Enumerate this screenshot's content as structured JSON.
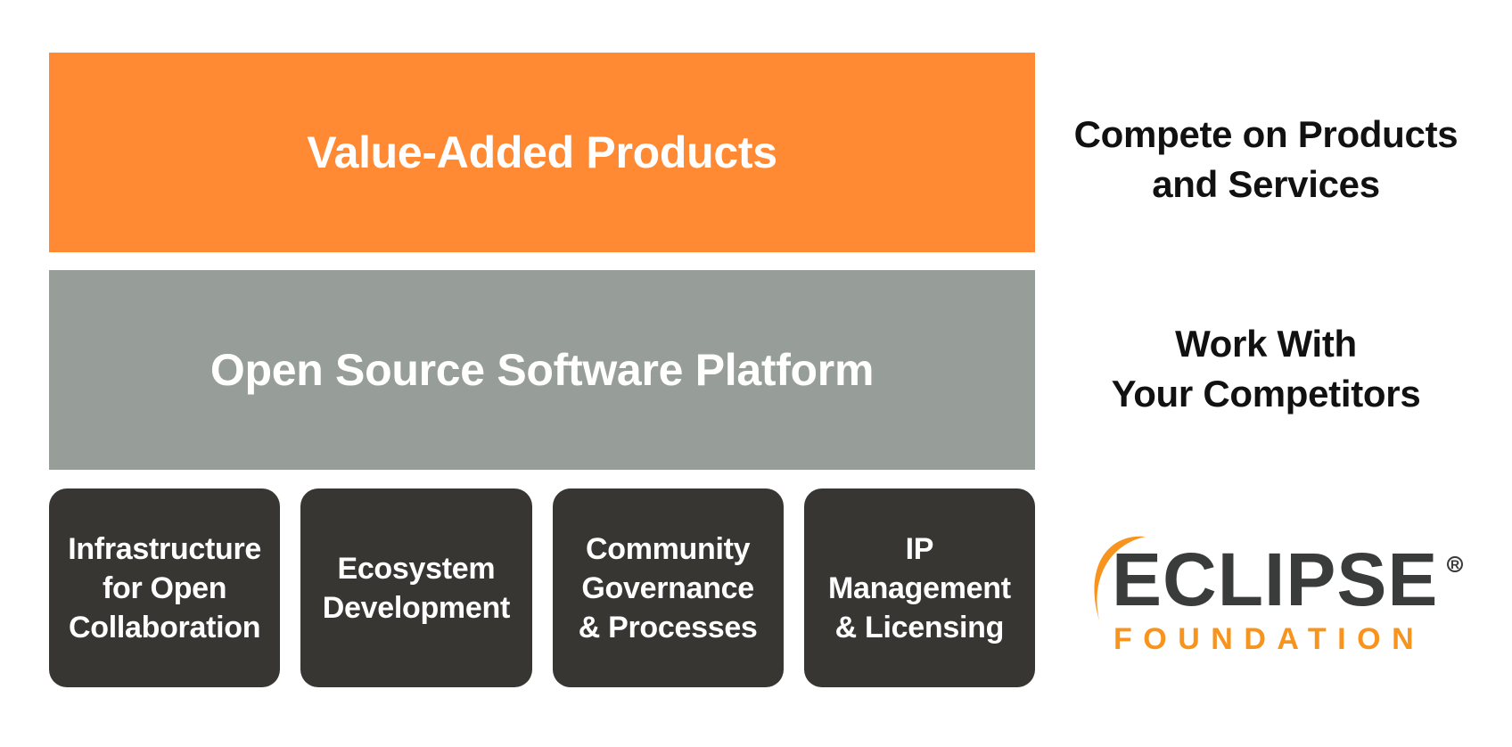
{
  "colors": {
    "value_layer": "#FF8A33",
    "platform_layer": "#979E99",
    "pillar": "#373632",
    "logo_dark": "#3A3B3B",
    "logo_orange": "#F7941E"
  },
  "layers": {
    "top": {
      "label": "Value-Added Products"
    },
    "middle": {
      "label": "Open Source Software Platform"
    }
  },
  "pillars": [
    {
      "label": "Infrastructure\nfor Open\nCollaboration"
    },
    {
      "label": "Ecosystem\nDevelopment"
    },
    {
      "label": "Community\nGovernance\n& Processes"
    },
    {
      "label": "IP\nManagement\n& Licensing"
    }
  ],
  "side_labels": {
    "top": "Compete on Products\nand Services",
    "middle": "Work With\nYour Competitors"
  },
  "logo": {
    "word": "ECLIPSE",
    "registered": "R",
    "subtitle": "FOUNDATION",
    "icon": "eclipse-arc-icon"
  }
}
